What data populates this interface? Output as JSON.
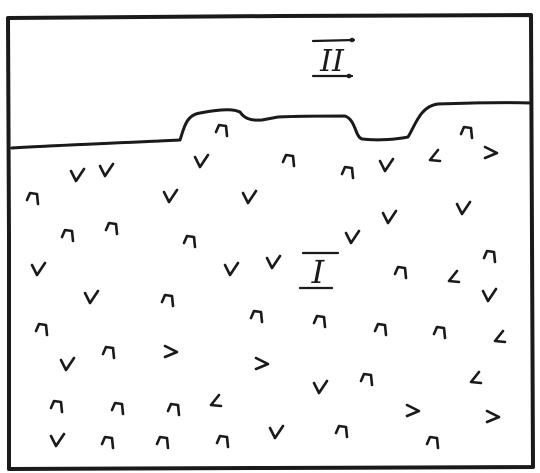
{
  "labels": {
    "upper_zone": "II",
    "lower_zone": "I"
  },
  "legend": {
    "hatch_symbol_types": [
      "check",
      "hook",
      "chevron",
      "el"
    ]
  },
  "colors": {
    "ink": "#1a1a1a",
    "background": "#ffffff"
  }
}
